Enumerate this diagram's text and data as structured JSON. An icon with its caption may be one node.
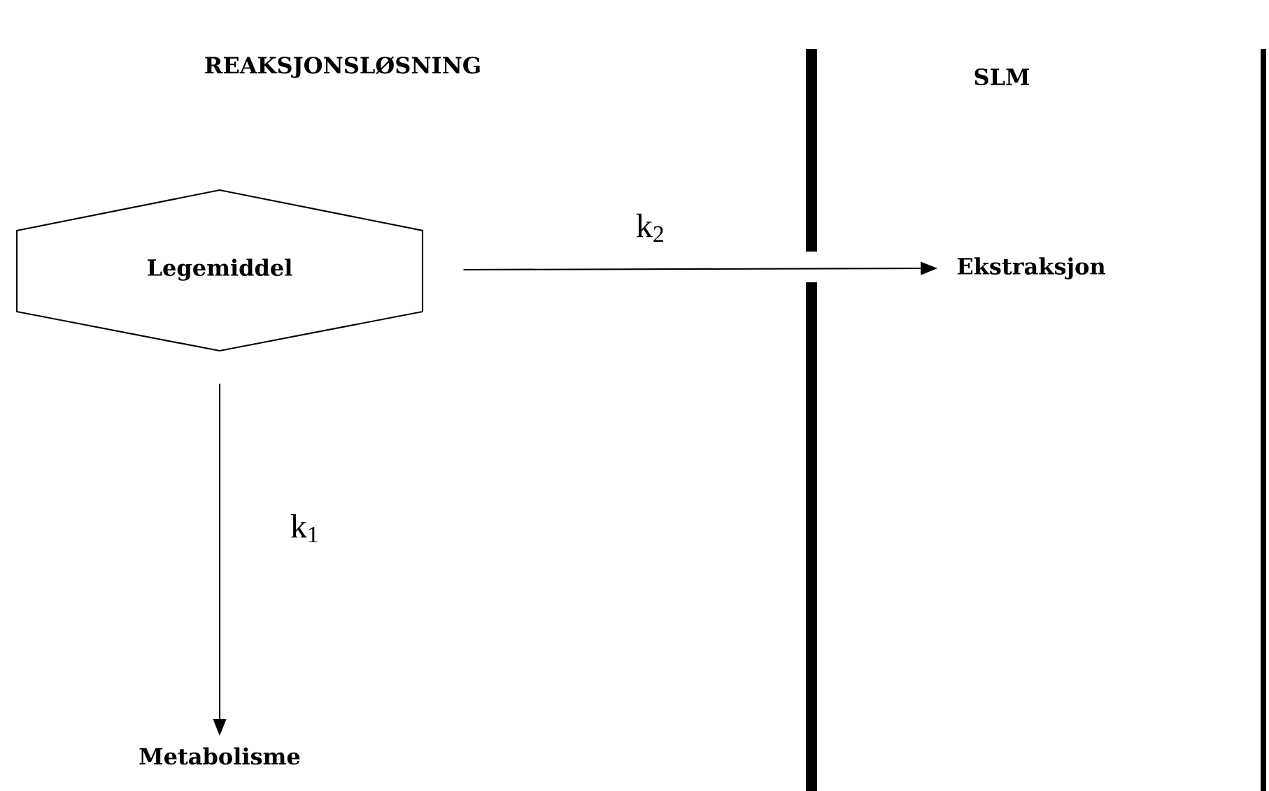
{
  "diagram": {
    "nodes": [
      {
        "text": [
          "Legemiddel"
        ]
      },
      {
        "text": [
          "Ekstraksjon"
        ]
      },
      {
        "text": [
          "Metabolisme"
        ]
      }
    ],
    "edges": [
      {
        "from": 0,
        "to": 1,
        "arrow": "to",
        "label": "k$_{2}$"
      },
      {
        "from": 0,
        "to": 2,
        "arrow": "to",
        "label": "k$_{1}$"
      }
    ],
    "labels": [
      "REAKSJONSLØSNING",
      "SLM"
    ]
  }
}
